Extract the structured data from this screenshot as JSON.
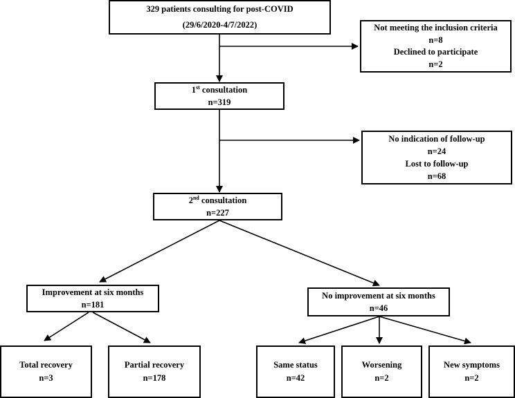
{
  "boxes": {
    "start": {
      "line1": "329 patients consulting for post-COVID",
      "line2": "(29/6/2020-4/7/2022)"
    },
    "exclusion_1": {
      "line1": "Not meeting the inclusion criteria",
      "line2": "n=8",
      "line3": "Declined to participate",
      "line4": "n=2"
    },
    "consultation_1": {
      "number": "1",
      "suffix": "st",
      "label": " consultation",
      "count": "n=319"
    },
    "exclusion_2": {
      "line1": "No indication of follow-up",
      "line2": "n=24",
      "line3": "Lost to follow-up",
      "line4": "n=68"
    },
    "consultation_2": {
      "number": "2",
      "suffix": "nd",
      "label": " consultation",
      "count": "n=227"
    },
    "improvement": {
      "label": "Improvement at six months",
      "count": "n=181"
    },
    "no_improvement": {
      "label": "No improvement at six months",
      "count": "n=46"
    },
    "total_recovery": {
      "label": "Total recovery",
      "count": "n=3"
    },
    "partial_recovery": {
      "label": "Partial recovery",
      "count": "n=178"
    },
    "same_status": {
      "label": "Same status",
      "count": "n=42"
    },
    "worsening": {
      "label": "Worsening",
      "count": "n=2"
    },
    "new_symptoms": {
      "label": "New symptoms",
      "count": "n=2"
    }
  }
}
